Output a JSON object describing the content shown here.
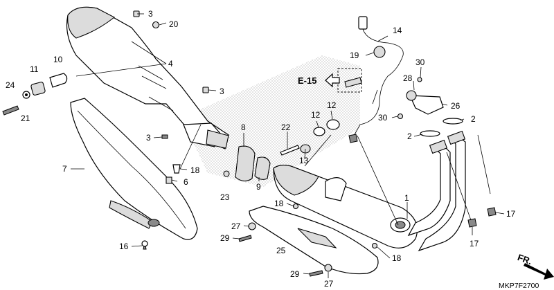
{
  "diagram": {
    "code": "MKP7F2700",
    "ref_label": "E-15",
    "direction_label": "FR.",
    "callouts": {
      "c3a": "3",
      "c20": "20",
      "c4": "4",
      "c3b": "3",
      "c3c": "3",
      "c10": "10",
      "c11": "11",
      "c24": "24",
      "c21": "21",
      "c7": "7",
      "c18a": "18",
      "c6": "6",
      "c16": "16",
      "c8": "8",
      "c22": "22",
      "c12a": "12",
      "c12b": "12",
      "c13": "13",
      "c9": "9",
      "c23": "23",
      "c14": "14",
      "c19": "19",
      "c30a": "30",
      "c28": "28",
      "c26": "26",
      "c30b": "30",
      "c2a": "2",
      "c2b": "2",
      "c1": "1",
      "c17a": "17",
      "c17b": "17",
      "c18b": "18",
      "c27a": "27",
      "c29a": "29",
      "c25": "25",
      "c18c": "18",
      "c29b": "29",
      "c27b": "27"
    }
  }
}
